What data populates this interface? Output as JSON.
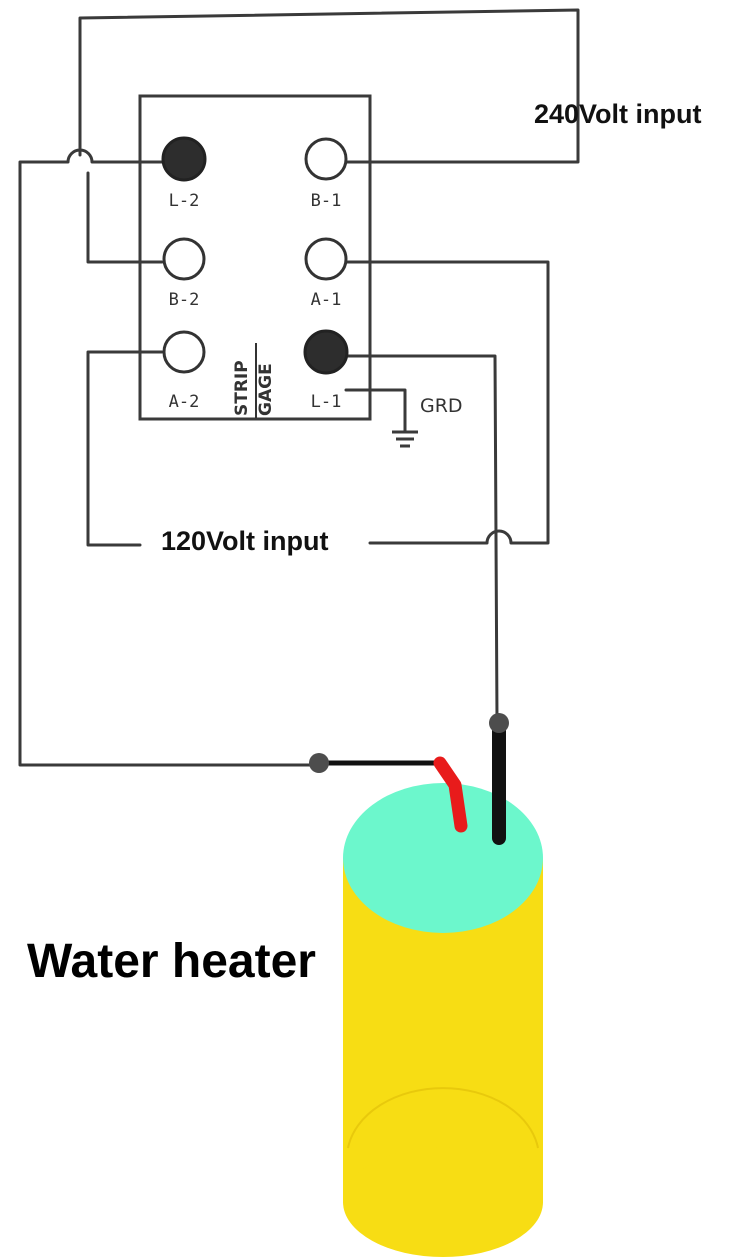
{
  "terminals": {
    "l2": "L-2",
    "b1": "B-1",
    "b2": "B-2",
    "a1": "A-1",
    "a2": "A-2",
    "l1": "L-1"
  },
  "strip_label": "STRIP",
  "gage_label": "GAGE",
  "ground_label": "GRD",
  "input_240": "240Volt input",
  "input_120": "120Volt input",
  "heater_label": "Water heater",
  "colors": {
    "wire": "#3a3a3a",
    "heater_body": "#f7dd14",
    "heater_top": "#6cf7cc",
    "hot_lead": "#e81b1b",
    "neutral_lead": "#111111"
  }
}
